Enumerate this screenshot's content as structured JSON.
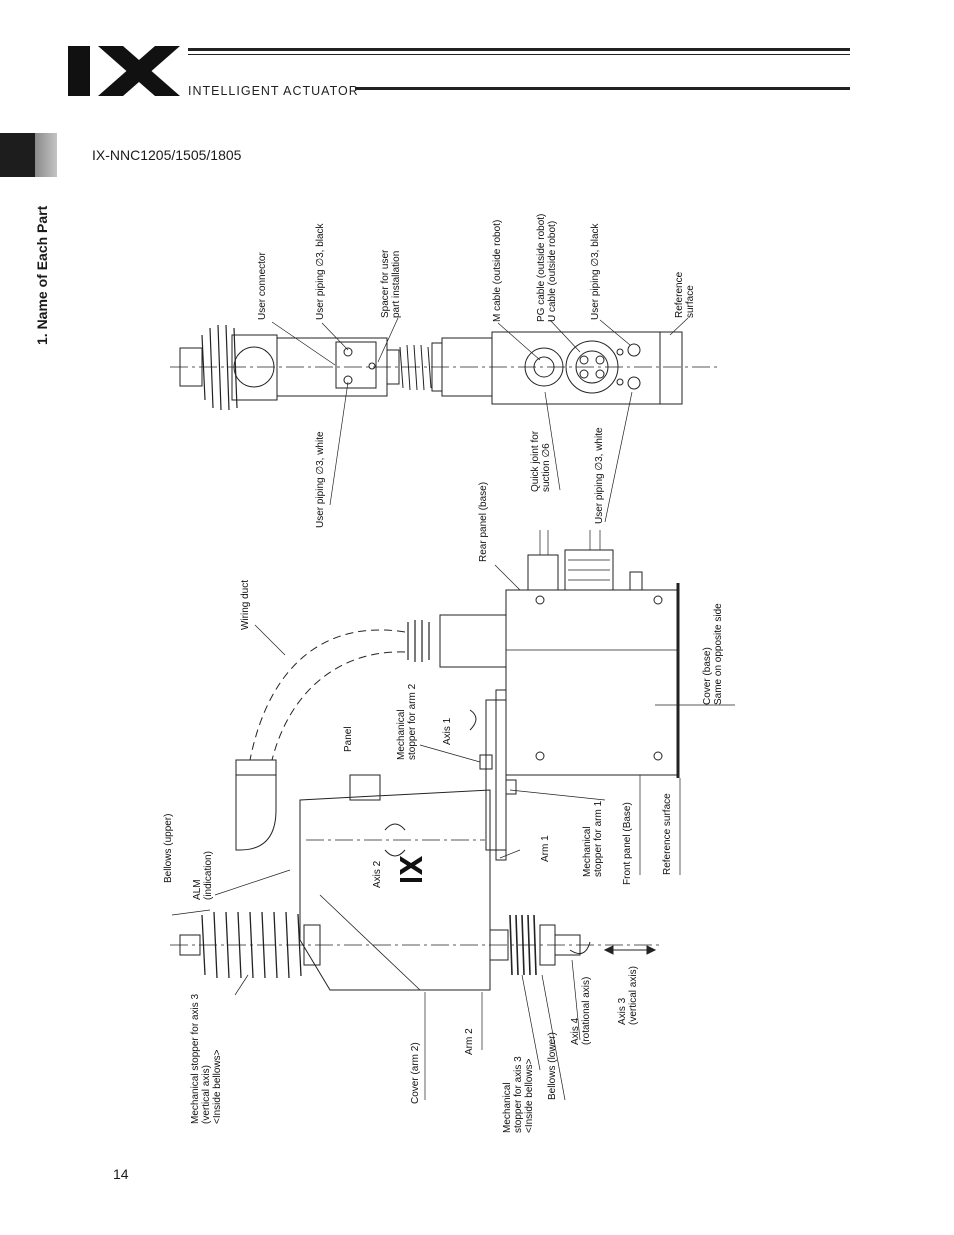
{
  "header": {
    "logo_text": "IX",
    "brand": "INTELLIGENT ACTUATOR"
  },
  "section_tab": "1. Name of Each Part",
  "model": "IX-NNC1205/1505/1805",
  "page_number": "14",
  "labels": {
    "user_connector": "User connector",
    "user_piping_black_top": "User piping ∅3, black",
    "spacer": "Spacer for user\npart installation",
    "m_cable": "M cable (outside robot)",
    "pg_u_cable": "PG cable (outside robot)\nU cable (outside robot)",
    "user_piping_black_right": "User piping ∅3, black",
    "reference_surface_top": "Reference\nsurface",
    "user_piping_white_top": "User piping ∅3, white",
    "quick_joint": "Quick joint for\nsuction ∅6",
    "user_piping_white_right": "User piping ∅3, white",
    "rear_panel": "Rear panel (base)",
    "wiring_duct": "Wiring duct",
    "cover_base": "Cover (base)\nSame on opposite side",
    "mech_stopper_arm2": "Mechanical\nstopper for arm 2",
    "axis1": "Axis 1",
    "panel": "Panel",
    "bellows_upper": "Bellows (upper)",
    "alm": "ALM\n(indication)",
    "axis2": "Axis 2",
    "arm1": "Arm 1",
    "mech_stopper_arm1": "Mechanical\nstopper for arm 1",
    "front_panel": "Front panel (Base)",
    "reference_surface": "Reference surface",
    "mech_stopper_axis3": "Mechanical stopper for axis 3\n(vertical axis)\n<Inside bellows>",
    "cover_arm2": "Cover (arm 2)",
    "arm2": "Arm 2",
    "mech_stopper_axis3_lower": "Mechanical\nstopper for axis 3\n<Inside bellows>",
    "bellows_lower": "Bellows (lower)",
    "axis4": "Axis 4\n(rotational axis)",
    "axis3": "Axis 3\n(vertical axis)"
  }
}
